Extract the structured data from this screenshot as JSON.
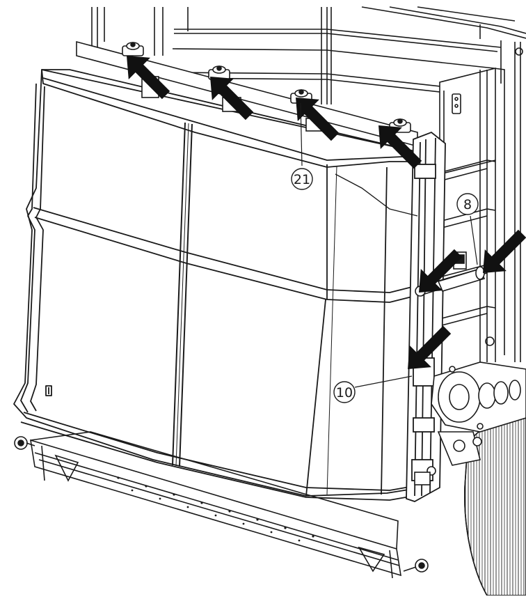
{
  "diagram": {
    "callouts": [
      {
        "id": "c21",
        "label": "21"
      },
      {
        "id": "c8",
        "label": "8"
      },
      {
        "id": "c10",
        "label": "10"
      }
    ],
    "colors": {
      "line": "#1a1a1a",
      "arrow": "#111111",
      "fill": "#ffffff",
      "shade": "#e6e6e6"
    }
  }
}
